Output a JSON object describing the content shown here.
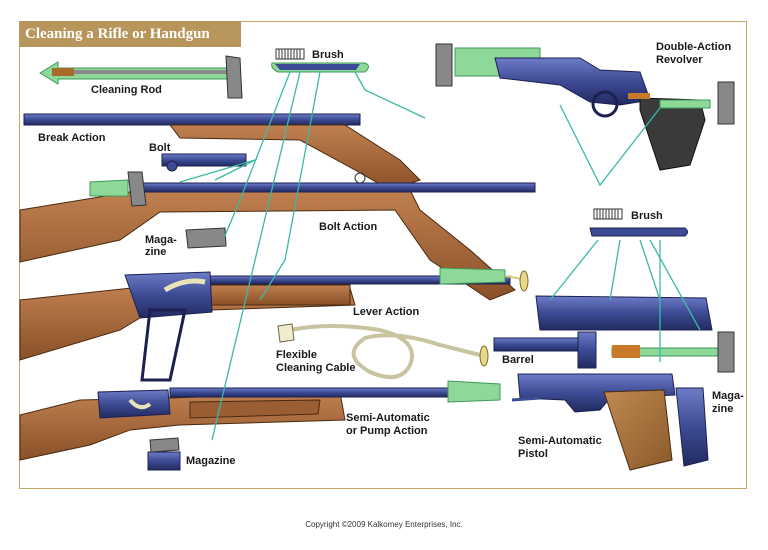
{
  "title": "Cleaning a Rifle or Handgun",
  "labels": {
    "cleaning_rod": "Cleaning Rod",
    "brush_top": "Brush",
    "break_action": "Break Action",
    "bolt": "Bolt",
    "double_action_line1": "Double-Action",
    "double_action_line2": "Revolver",
    "magazine_hyphen_line1": "Maga-",
    "magazine_hyphen_line2": "zine",
    "bolt_action": "Bolt Action",
    "brush_right": "Brush",
    "lever_action": "Lever Action",
    "flexible_line1": "Flexible",
    "flexible_line2": "Cleaning Cable",
    "barrel": "Barrel",
    "semi_pump_line1": "Semi-Automatic",
    "semi_pump_line2": "or Pump Action",
    "semi_pistol_line1": "Semi-Automatic",
    "semi_pistol_line2": "Pistol",
    "pistol_magazine_line1": "Maga-",
    "pistol_magazine_line2": "zine",
    "magazine_bottom": "Magazine"
  },
  "copyright": "Copyright ©2009 Kalkomey Enterprises, Inc.",
  "colors": {
    "wood": "#a0663a",
    "metal": "#3d4b94",
    "accent_green": "#8ed99a",
    "leader_line": "#3cb8a8",
    "title_bg": "#b8955a"
  }
}
